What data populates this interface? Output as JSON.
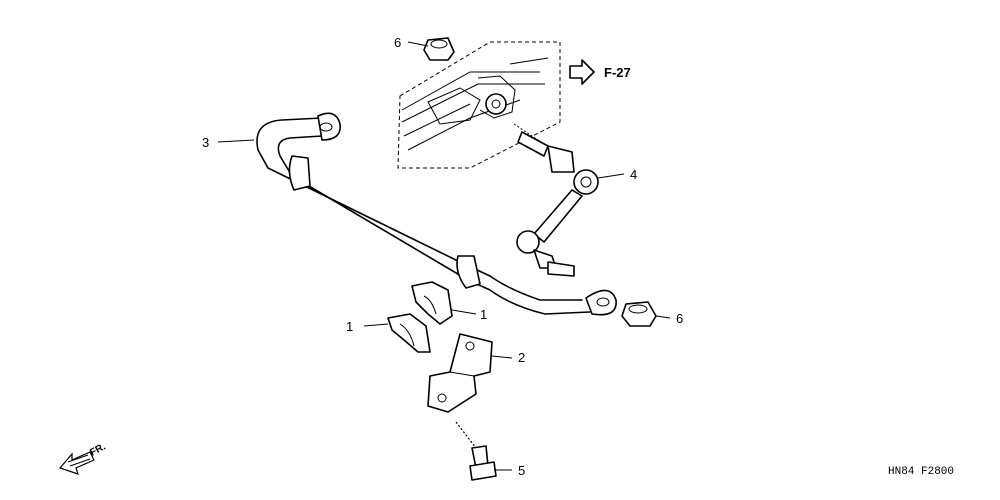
{
  "callouts": {
    "c1_upper": "1",
    "c1_lower": "1",
    "c2": "2",
    "c3": "3",
    "c4": "4",
    "c5": "5",
    "c6_upper": "6",
    "c6_lower": "6"
  },
  "reference": "F-27",
  "direction_label": "FR.",
  "diagram_code": "HN84 F2800"
}
